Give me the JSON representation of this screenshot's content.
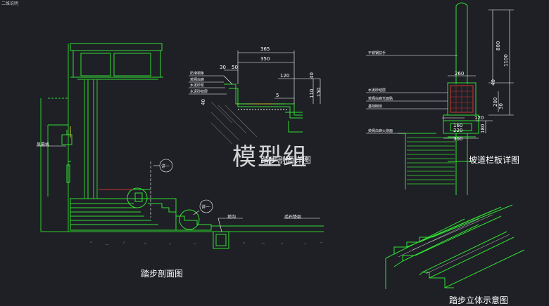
{
  "corner_label": "二维说明",
  "titles": {
    "step_section": "踏步剖面图",
    "step_detail": "踏步剖面详图",
    "ramp_railing": "坡道栏板详图",
    "step_3d": "踏步立体示意图"
  },
  "watermark": "模型组",
  "labels": {
    "air_unit": "风幕机",
    "ditch": "地沟",
    "rubble_cushion": "毛石垫层",
    "callout_1": "详一",
    "callout_2": "详一"
  },
  "step_notes": [
    "防滑铜条",
    "荧阁白麻",
    "水泥砂浆",
    "水泥砂结层"
  ],
  "step_dims": {
    "d365": "365",
    "d350": "350",
    "d30": "30",
    "d50": "50",
    "d120": "120",
    "d40a": "40",
    "d110": "110",
    "d150": "150",
    "d40b": "40",
    "d5": "5"
  },
  "railing_notes": [
    "不锈钢扶手",
    "水泥砂结层",
    "荧阁白麻光面贴",
    "基础砌体",
    "荧阁白麻火烧面"
  ],
  "railing_dims": {
    "d800": "800",
    "d1100": "1100",
    "d260": "260",
    "d40": "40",
    "d200": "200",
    "d30": "30",
    "d120": "120",
    "d180": "180",
    "d160": "160",
    "d220": "220",
    "d300": "300"
  }
}
